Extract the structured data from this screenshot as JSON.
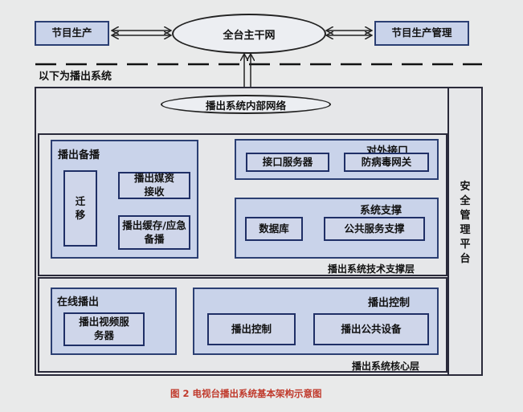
{
  "top": {
    "program_production": "节目生产",
    "backbone": "全台主干网",
    "program_management": "节目生产管理"
  },
  "divider_label": "以下为播出系统",
  "internal_network": "播出系统内部网络",
  "security_platform": "安全管理平台",
  "backup": {
    "title": "播出备播",
    "migrate": "迁移",
    "media_receive": "播出媒资接收",
    "cache_backup": "播出缓存/应急备播"
  },
  "external": {
    "title": "对外接口",
    "interface_server": "接口服务器",
    "antivirus_gateway": "防病毒网关"
  },
  "support": {
    "title": "系统支撑",
    "database": "数据库",
    "public_service": "公共服务支撑"
  },
  "tech_layer_label": "播出系统技术支撑层",
  "online": {
    "title": "在线播出",
    "video_server": "播出视频服务器"
  },
  "control": {
    "title": "播出控制",
    "control_box": "播出控制",
    "public_equipment": "播出公共设备"
  },
  "core_layer_label": "播出系统核心层",
  "caption": "图 2  电视台播出系统基本架构示意图"
}
